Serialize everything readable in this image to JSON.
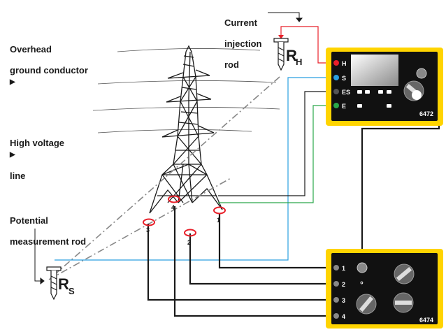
{
  "labels": {
    "current_rod_line1": "Current",
    "current_rod_line2": "injection",
    "current_rod_line3": "rod",
    "overhead_line1": "Overhead",
    "overhead_line2": "ground conductor",
    "hv_line1": "High voltage",
    "hv_line2": "line",
    "potential_line1": "Potential",
    "potential_line2": "measurement rod",
    "arrow_glyph": "▶"
  },
  "rods": {
    "rh_letter": "R",
    "rh_sub": "H",
    "rs_letter": "R",
    "rs_sub": "S"
  },
  "device_6472": {
    "model": "6472",
    "terminals": [
      "H",
      "S",
      "ES",
      "E"
    ],
    "terminal_colors": [
      "#e8202a",
      "#2a9fe0",
      "#555555",
      "#2aa84a"
    ],
    "body_color": "#ffd400"
  },
  "device_6474": {
    "model": "6474",
    "terminals": [
      "1",
      "2",
      "3",
      "4"
    ],
    "small_mark": "°"
  },
  "clamps": [
    "1",
    "2",
    "3",
    "4"
  ],
  "colors": {
    "current_wire": "#e8202a",
    "potential_wire": "#2a9fe0",
    "earth_wire": "#2aa84a",
    "ground_wire": "#1a1a1a",
    "dashdot": "#888888"
  }
}
